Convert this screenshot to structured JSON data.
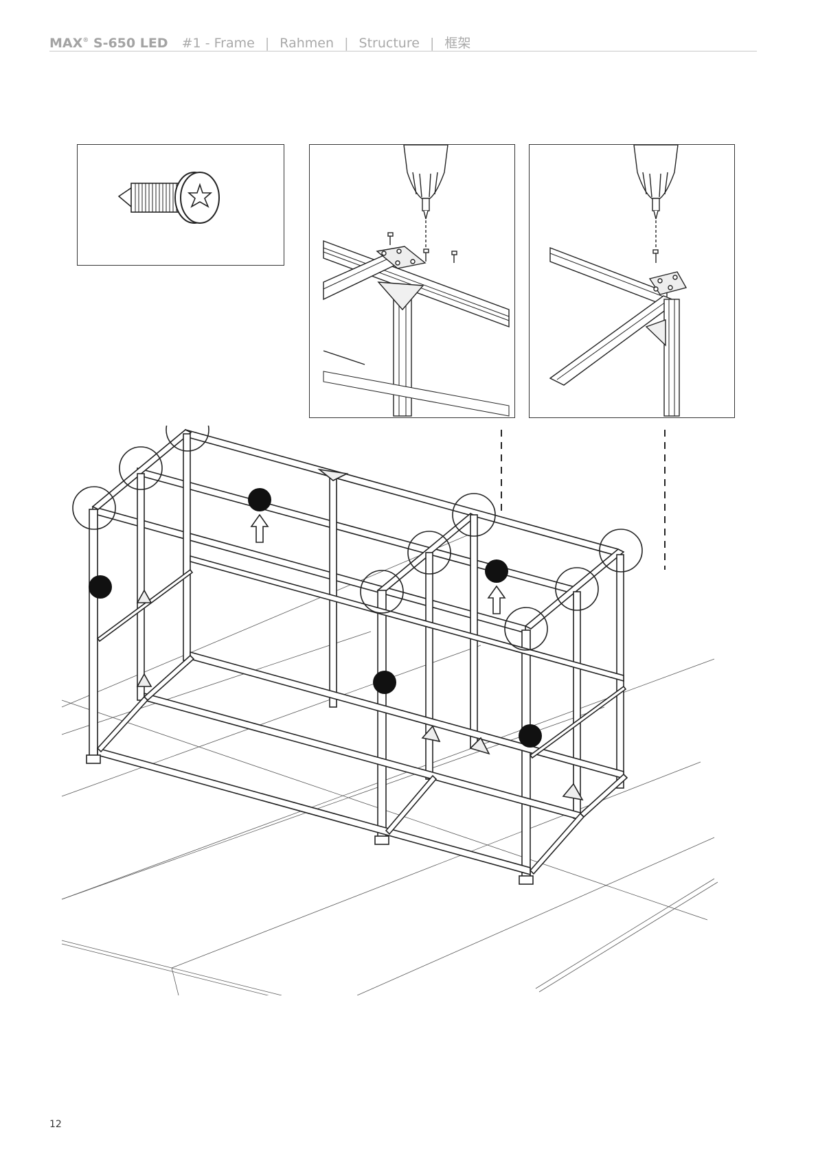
{
  "header": {
    "model": "MAX",
    "reg": "®",
    "model_rest": " S-650 LED",
    "step": "#1 - Frame",
    "lang_de": "Rahmen",
    "lang_fr": "Structure",
    "lang_zh": "框架",
    "divider": "|"
  },
  "figures": {
    "screw_detail": "torx-screw-icon",
    "tri_plate_detail": "drill-screw-tri-plate-icon",
    "corner_plate_detail": "drill-screw-corner-plate-icon",
    "assembly": "frame-assembly-drawing",
    "mark_count": 6
  },
  "footer": {
    "page": "12"
  }
}
